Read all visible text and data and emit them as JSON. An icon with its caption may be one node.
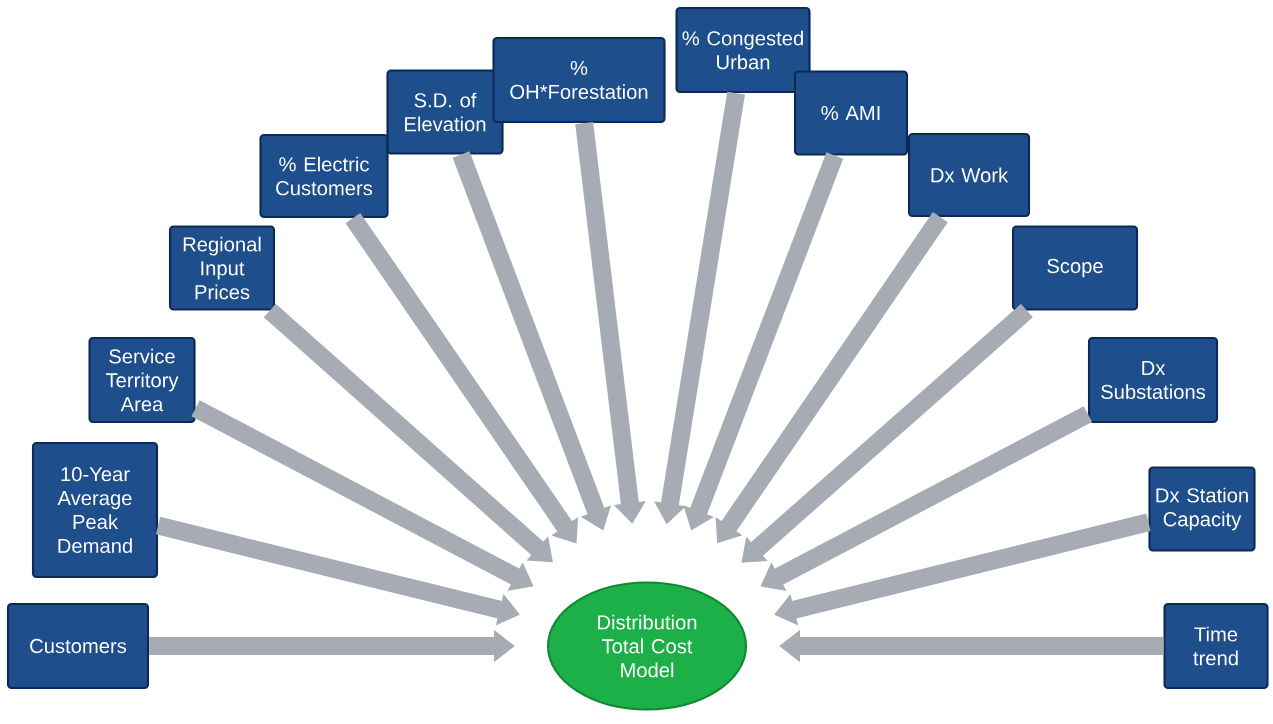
{
  "diagram": {
    "nodes": [
      {
        "text": [
          "Customers"
        ]
      },
      {
        "text": [
          "10-Year Average Peak Demand"
        ]
      },
      {
        "text": [
          "Service Territory Area"
        ]
      },
      {
        "text": [
          "Regional Input Prices"
        ]
      },
      {
        "text": [
          "% Electric Customers"
        ]
      },
      {
        "text": [
          "S.D. of Elevation"
        ]
      },
      {
        "text": [
          "% OH*Forestation"
        ]
      },
      {
        "text": [
          "% Congested Urban"
        ]
      },
      {
        "text": [
          "% AMI"
        ]
      },
      {
        "text": [
          "Dx Work"
        ]
      },
      {
        "text": [
          "Scope"
        ]
      },
      {
        "text": [
          "Dx Substations"
        ]
      },
      {
        "text": [
          "Dx Station Capacity"
        ]
      },
      {
        "text": [
          "Time trend"
        ]
      },
      {
        "text": [
          "Distribution Total Cost Model"
        ]
      }
    ],
    "edges": [
      {
        "from": 0,
        "to": 14,
        "arrow": "to"
      },
      {
        "from": 1,
        "to": 14,
        "arrow": "to"
      },
      {
        "from": 2,
        "to": 14,
        "arrow": "to"
      },
      {
        "from": 3,
        "to": 14,
        "arrow": "to"
      },
      {
        "from": 4,
        "to": 14,
        "arrow": "to"
      },
      {
        "from": 5,
        "to": 14,
        "arrow": "to"
      },
      {
        "from": 6,
        "to": 14,
        "arrow": "to"
      },
      {
        "from": 7,
        "to": 14,
        "arrow": "to"
      },
      {
        "from": 8,
        "to": 14,
        "arrow": "to"
      },
      {
        "from": 9,
        "to": 14,
        "arrow": "to"
      },
      {
        "from": 10,
        "to": 14,
        "arrow": "to"
      },
      {
        "from": 11,
        "to": 14,
        "arrow": "to"
      },
      {
        "from": 12,
        "to": 14,
        "arrow": "to"
      },
      {
        "from": 13,
        "to": 14,
        "arrow": "to"
      }
    ]
  }
}
